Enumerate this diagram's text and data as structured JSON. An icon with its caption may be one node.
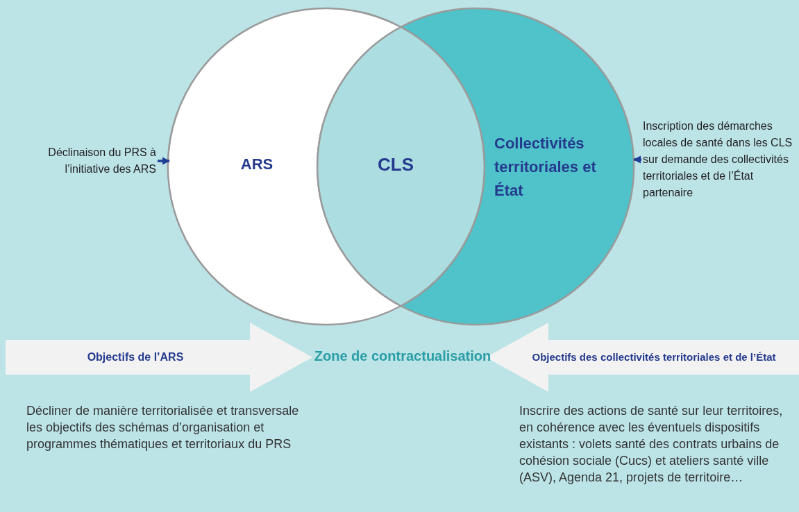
{
  "diagram": {
    "nodes": [
      {
        "text": [
          "ARS"
        ]
      },
      {
        "text": [
          "Collectivités territoriales et État"
        ]
      },
      {
        "text": [
          "CLS"
        ]
      },
      {
        "text": [
          "Déclinaison du PRS à l’initiative des ARS"
        ]
      },
      {
        "text": [
          "Inscription des démarches locales de santé dans les CLS sur demande des collectivités territoriales et de l’État partenaire"
        ]
      },
      {
        "text": [
          "Objectifs de l’ARS"
        ]
      },
      {
        "text": [
          "Objectifs des collectivités territoriales et de l’État"
        ]
      }
    ],
    "edges": [
      {
        "from": 3,
        "to": 0,
        "arrow": "to"
      },
      {
        "from": 4,
        "to": 1,
        "arrow": "to"
      }
    ],
    "labels": [
      "Zone de contractualisation",
      "Décliner de manière territorialisée et transversale les objectifs des schémas d’organisation et programmes thématiques et territoriaux du PRS",
      "Inscrire des actions de santé sur leur territoires, en cohérence avec les éventuels dispositifs existants : volets santé des contrats urbains de cohésion sociale (Cucs) et ateliers santé ville (ASV), Agenda 21, projets de territoire…"
    ]
  }
}
